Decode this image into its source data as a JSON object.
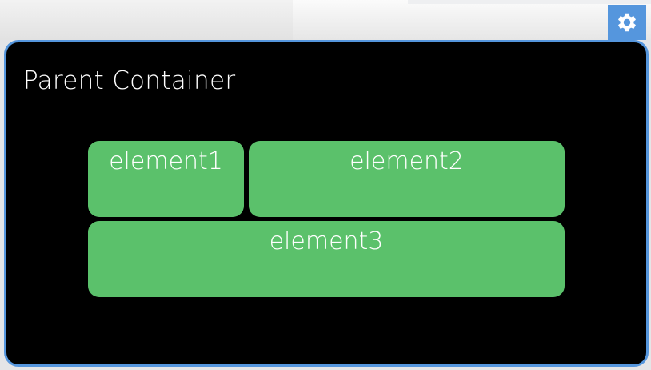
{
  "toolbar": {
    "settings_icon": "gear-icon"
  },
  "colors": {
    "accent": "#5596dd",
    "element_fill": "#5bc16b",
    "container_bg": "#000000"
  },
  "parent": {
    "title": "Parent Container",
    "elements": [
      {
        "label": "element1"
      },
      {
        "label": "element2"
      },
      {
        "label": "element3"
      }
    ]
  }
}
